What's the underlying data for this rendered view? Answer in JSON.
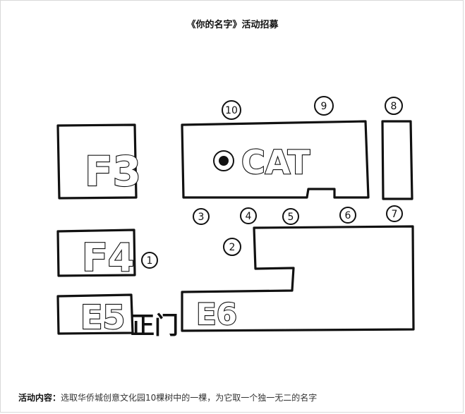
{
  "page": {
    "title": "《你的名字》活动招募"
  },
  "map": {
    "blocks": {
      "f3": "F3",
      "f4": "F4",
      "e5": "E5",
      "e6": "E6",
      "ocat": "CAT"
    },
    "gate_label": "正门",
    "markers": [
      "1",
      "2",
      "3",
      "4",
      "5",
      "6",
      "7",
      "8",
      "9",
      "10"
    ]
  },
  "activity": {
    "label": "活动内容：",
    "text": "选取华侨城创意文化园10棵树中的一棵，为它取一个独一无二的名字"
  },
  "colors": {
    "ink": "#111111",
    "paper": "#ffffff",
    "frame": "#d9d9d9",
    "caption": "#333333"
  }
}
